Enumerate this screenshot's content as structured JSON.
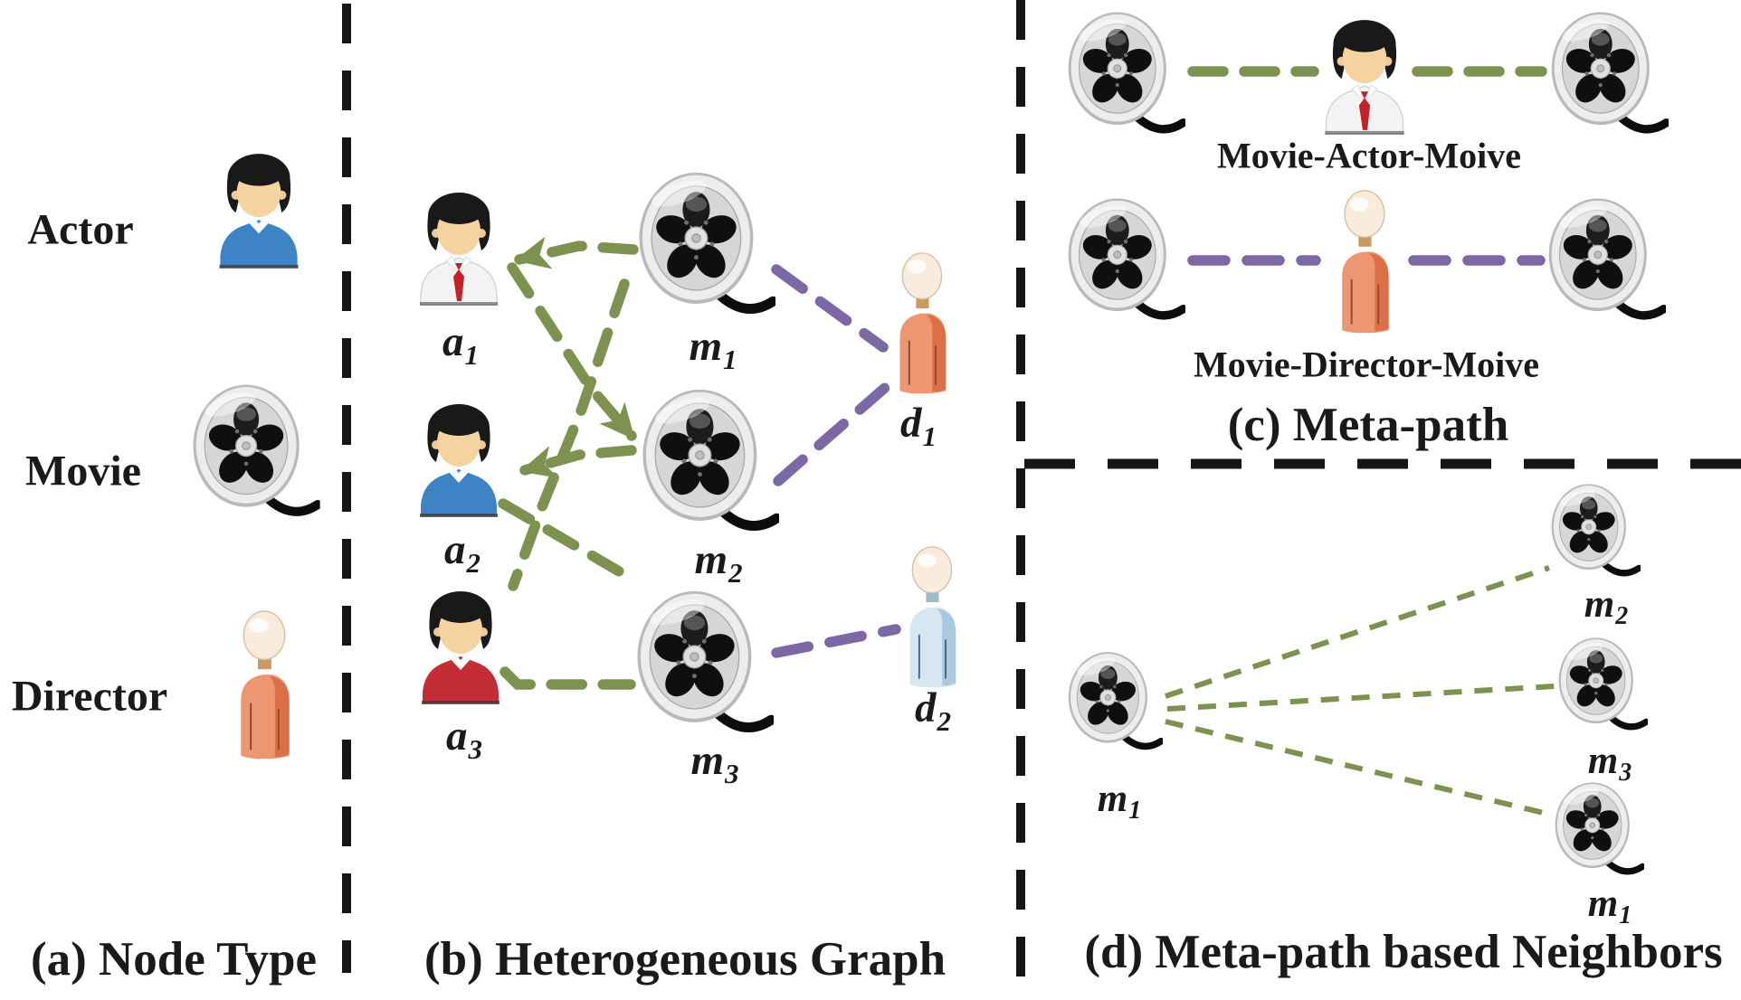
{
  "colors": {
    "actor_movie_edge": "#7d9150",
    "movie_director_edge": "#7b68a4",
    "divider": "#161616",
    "text": "#1a1a1a"
  },
  "panel_a": {
    "caption": "(a) Node Type",
    "items": [
      {
        "label": "Actor",
        "icon": "actor-blue-icon"
      },
      {
        "label": "Movie",
        "icon": "film-reel-icon"
      },
      {
        "label": "Director",
        "icon": "director-orange-icon"
      }
    ]
  },
  "panel_b": {
    "caption": "(b) Heterogeneous Graph",
    "actors": [
      {
        "base": "a",
        "sub": "1",
        "icon": "actor-redtie-icon"
      },
      {
        "base": "a",
        "sub": "2",
        "icon": "actor-blue-icon"
      },
      {
        "base": "a",
        "sub": "3",
        "icon": "actor-red-icon"
      }
    ],
    "movies": [
      {
        "base": "m",
        "sub": "1",
        "icon": "film-reel-icon"
      },
      {
        "base": "m",
        "sub": "2",
        "icon": "film-reel-icon"
      },
      {
        "base": "m",
        "sub": "3",
        "icon": "film-reel-icon"
      }
    ],
    "directors": [
      {
        "base": "d",
        "sub": "1",
        "icon": "director-orange-icon"
      },
      {
        "base": "d",
        "sub": "2",
        "icon": "director-blue-icon"
      }
    ],
    "edges": [
      {
        "from": "m1",
        "to": "a1",
        "type": "movie-actor"
      },
      {
        "from": "a1",
        "to": "m2",
        "type": "movie-actor"
      },
      {
        "from": "m2",
        "to": "a2",
        "type": "movie-actor"
      },
      {
        "from": "m1",
        "to": "a3",
        "type": "movie-actor"
      },
      {
        "from": "a2",
        "to": "m3",
        "type": "movie-actor"
      },
      {
        "from": "a3",
        "to": "m3",
        "type": "movie-actor"
      },
      {
        "from": "m1",
        "to": "d1",
        "type": "movie-director"
      },
      {
        "from": "m2",
        "to": "d1",
        "type": "movie-director"
      },
      {
        "from": "m3",
        "to": "d2",
        "type": "movie-director"
      }
    ]
  },
  "panel_c": {
    "caption": "(c) Meta-path",
    "metapaths": [
      {
        "label": "Movie-Actor-Moive",
        "via_icon": "actor-redtie-icon",
        "edge_color": "#7d9150"
      },
      {
        "label": "Movie-Director-Moive",
        "via_icon": "director-orange-icon",
        "edge_color": "#7b68a4"
      }
    ]
  },
  "panel_d": {
    "caption": "(d) Meta-path based Neighbors",
    "hub": {
      "base": "m",
      "sub": "1",
      "icon": "film-reel-icon"
    },
    "neighbors": [
      {
        "base": "m",
        "sub": "2",
        "icon": "film-reel-icon"
      },
      {
        "base": "m",
        "sub": "3",
        "icon": "film-reel-icon"
      },
      {
        "base": "m",
        "sub": "1",
        "icon": "film-reel-icon"
      }
    ]
  }
}
